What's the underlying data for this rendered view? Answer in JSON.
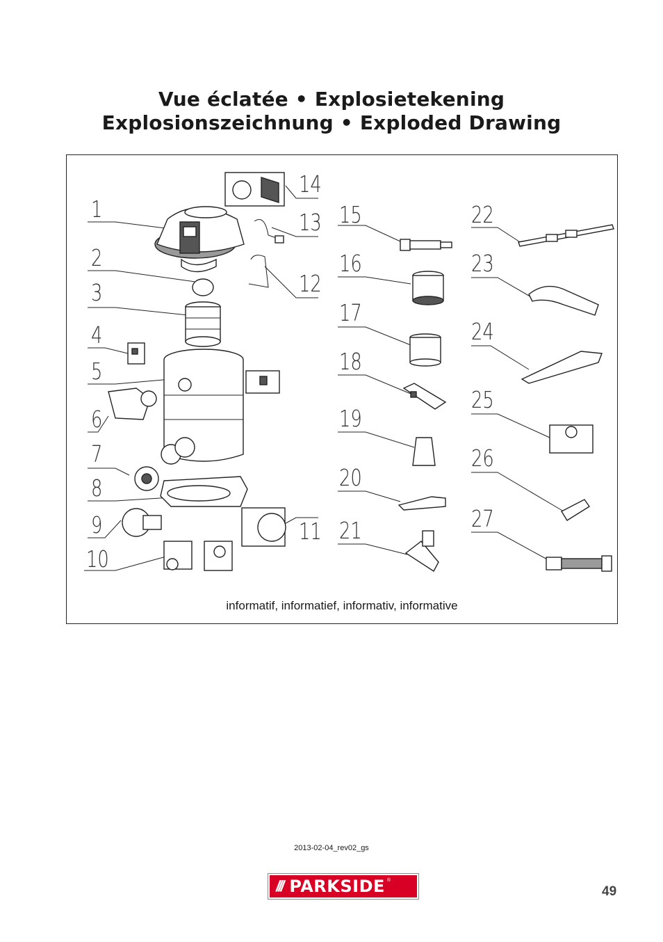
{
  "title_line1": "Vue éclatée • Explosietekening",
  "title_line2": "Explosionszeichnung • Exploded Drawing",
  "caption": "informatif, informatief, informativ, informative",
  "revision": "2013-02-04_rev02_gs",
  "logo": {
    "slashes": "///",
    "brand": "PARKSIDE",
    "registered": "®",
    "color": "#d90025"
  },
  "page_number": "49",
  "part_numbers": [
    "1",
    "2",
    "3",
    "4",
    "5",
    "6",
    "7",
    "8",
    "9",
    "10",
    "11",
    "12",
    "13",
    "14",
    "15",
    "16",
    "17",
    "18",
    "19",
    "20",
    "21",
    "22",
    "23",
    "24",
    "25",
    "26",
    "27"
  ]
}
